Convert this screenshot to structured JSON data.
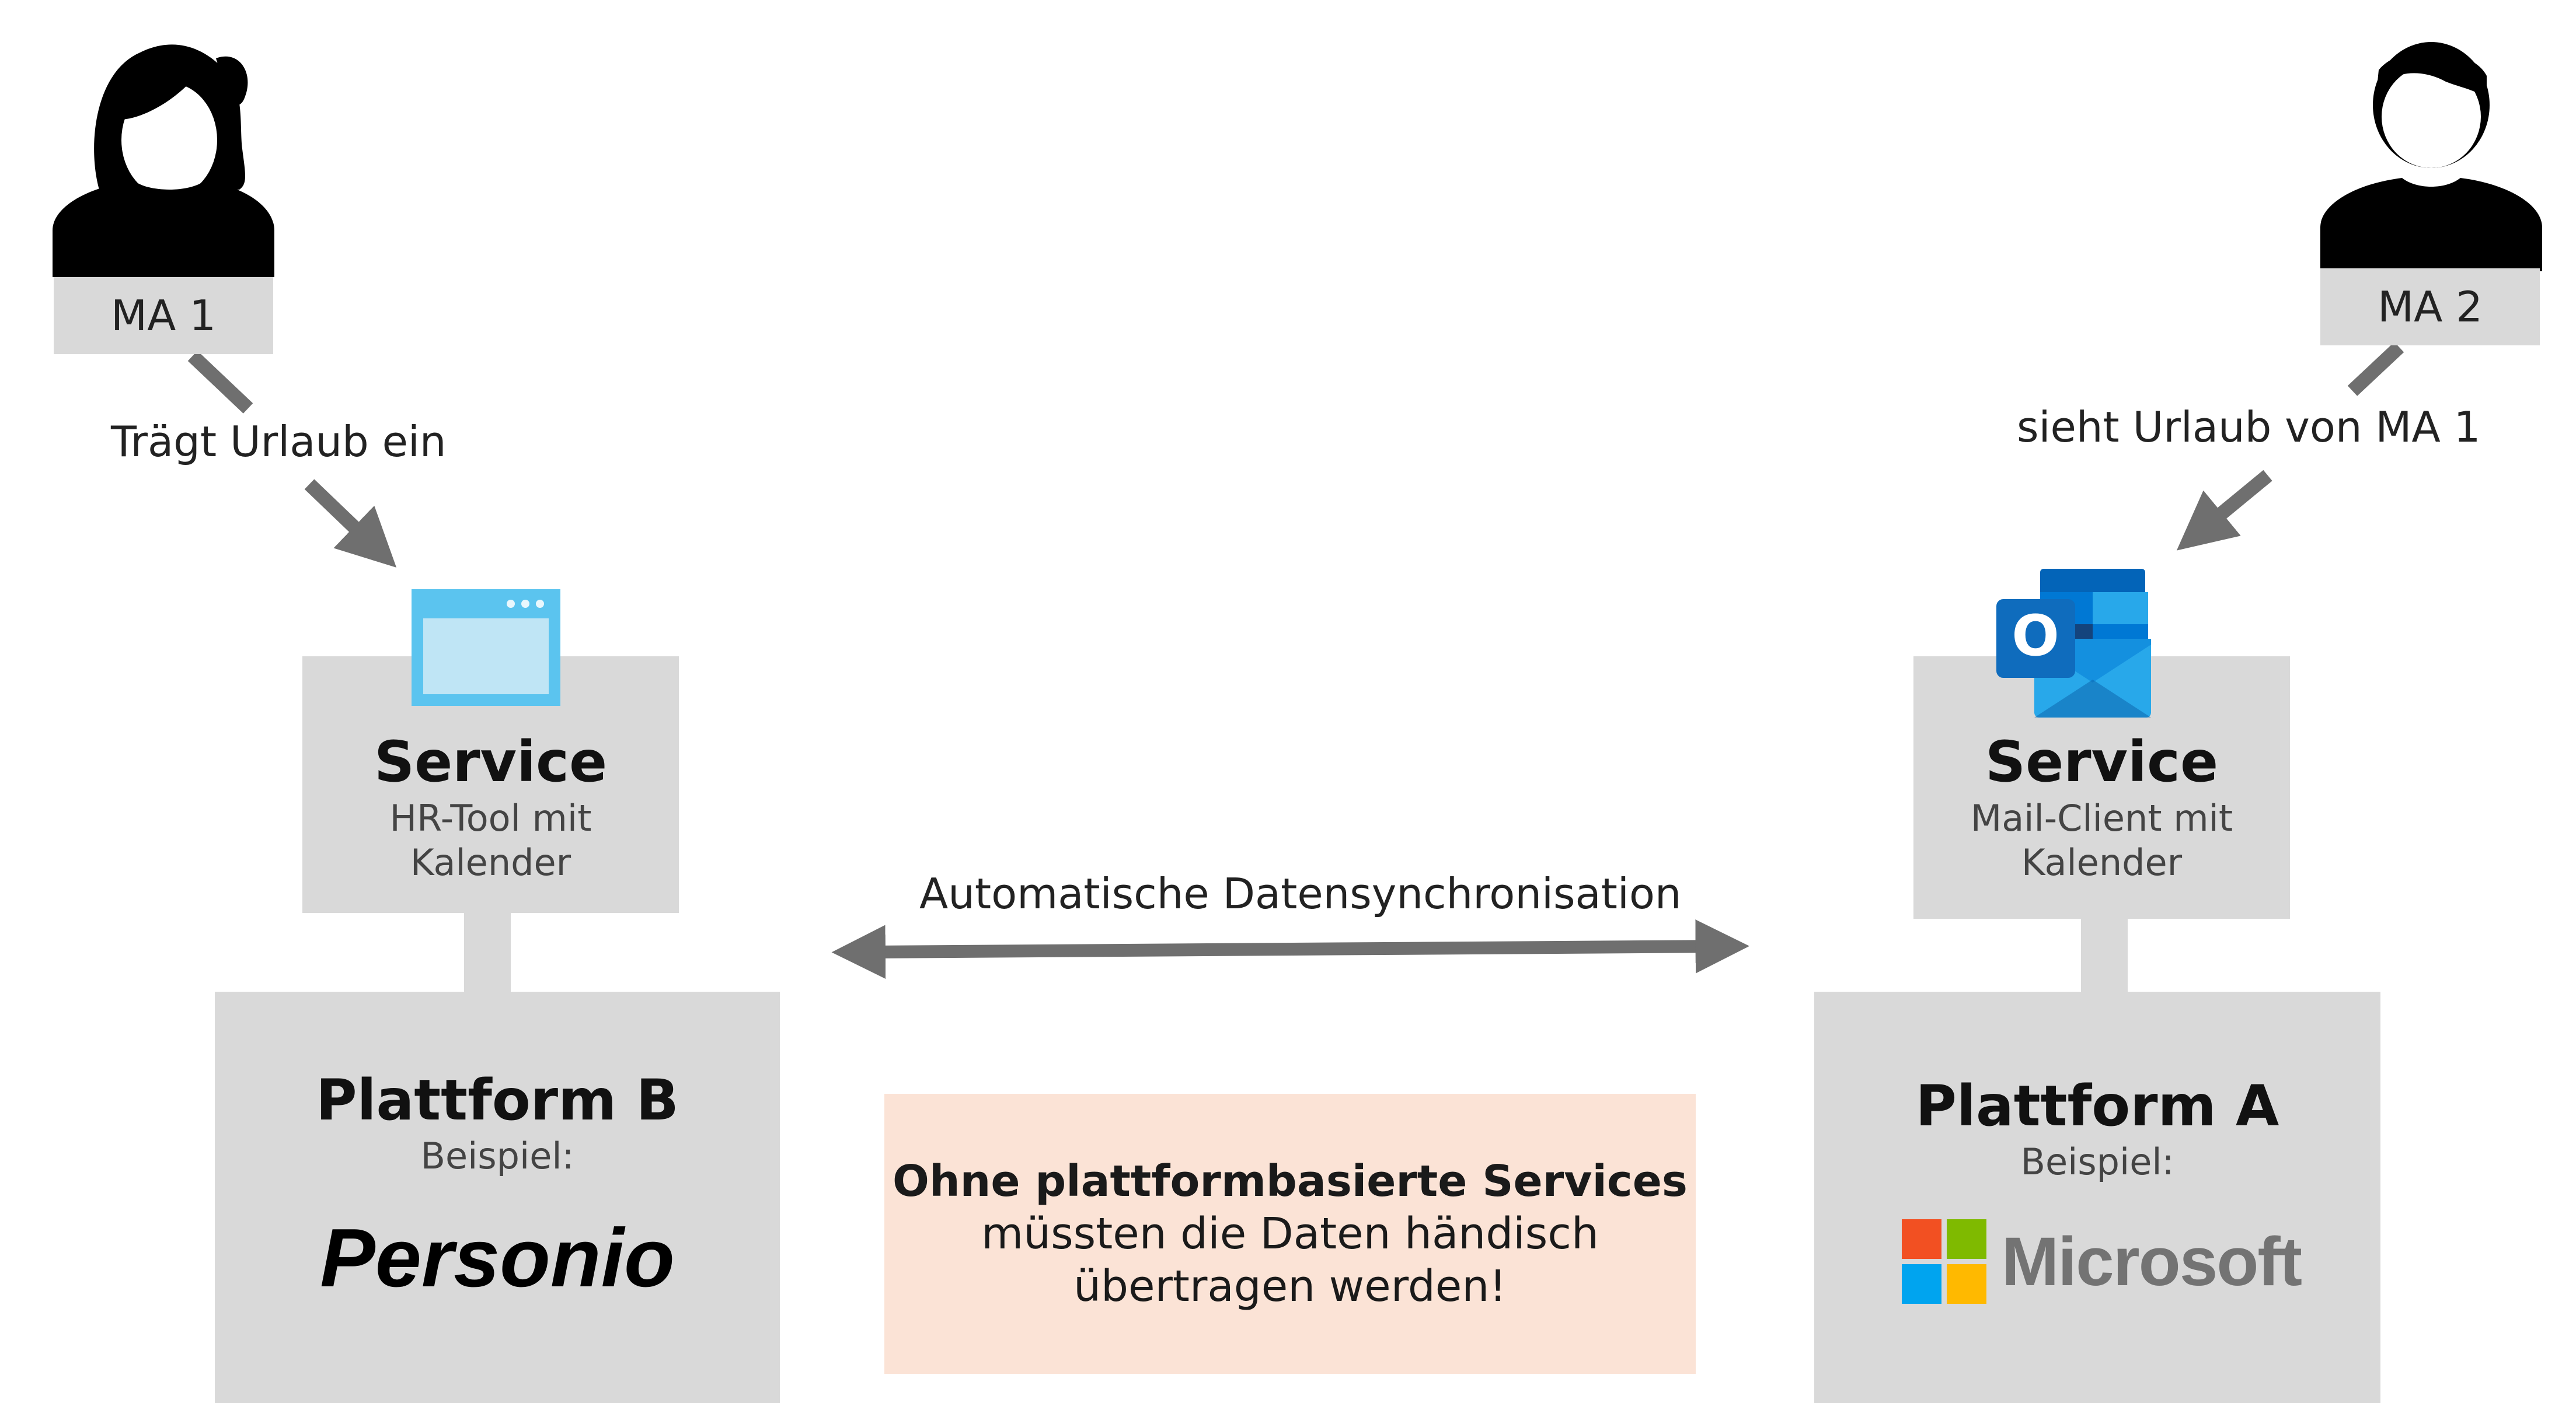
{
  "users": {
    "left": {
      "label": "MA 1",
      "action": "Trägt Urlaub ein"
    },
    "right": {
      "label": "MA 2",
      "action": "sieht Urlaub von MA 1"
    }
  },
  "services": {
    "left": {
      "title": "Service",
      "line1": "HR-Tool mit",
      "line2": "Kalender",
      "icon": "browser-window-icon"
    },
    "right": {
      "title": "Service",
      "line1": "Mail-Client mit",
      "line2": "Kalender",
      "icon": "outlook-icon",
      "icon_letter": "O"
    }
  },
  "platforms": {
    "left": {
      "title": "Plattform B",
      "subtitle": "Beispiel:",
      "logo_text": "Personio"
    },
    "right": {
      "title": "Plattform A",
      "subtitle": "Beispiel:",
      "logo_text": "Microsoft"
    }
  },
  "sync": {
    "label": "Automatische  Datensynchronisation"
  },
  "note": {
    "line1": "Ohne plattformbasierte Services",
    "line2": "müssten die Daten händisch",
    "line3": "übertragen werden!"
  },
  "colors": {
    "box_grey": "#d9d9d9",
    "arrow_grey": "#6f6f6f",
    "note_bg": "#fbe3d6",
    "ms_red": "#f25022",
    "ms_green": "#7fba00",
    "ms_blue": "#00a4ef",
    "ms_yellow": "#ffb900"
  }
}
